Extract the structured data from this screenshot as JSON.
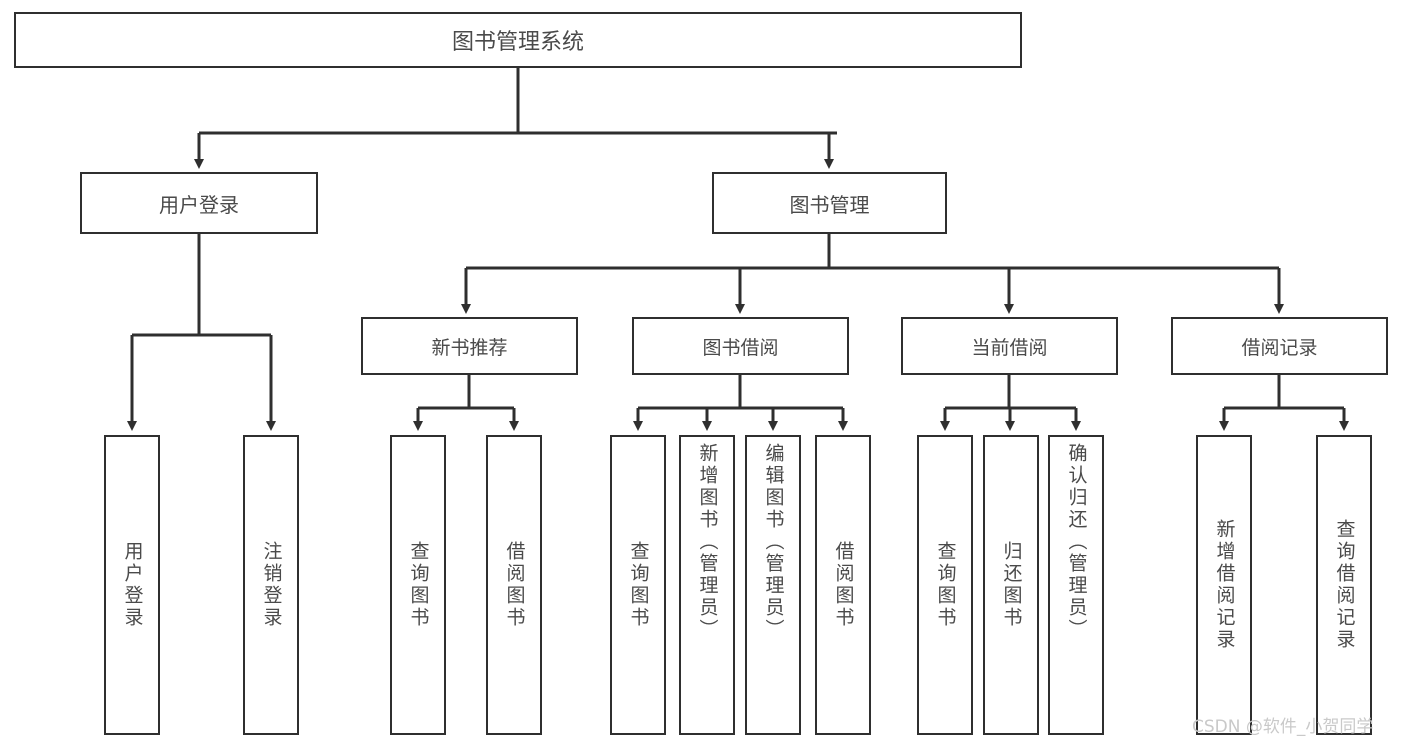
{
  "diagram": {
    "type": "tree-hierarchy-diagram",
    "title": "图书管理系统",
    "colors": {
      "border": "#2f2f2f",
      "text": "#4a4a4a",
      "background": "#ffffff",
      "watermark": "#c9c9c9"
    },
    "root": {
      "label": "图书管理系统"
    },
    "level2": [
      {
        "label": "用户登录"
      },
      {
        "label": "图书管理"
      }
    ],
    "level3": [
      {
        "label": "新书推荐"
      },
      {
        "label": "图书借阅"
      },
      {
        "label": "当前借阅"
      },
      {
        "label": "借阅记录"
      }
    ],
    "leaves": {
      "user_login": [
        {
          "label": "用户登录"
        },
        {
          "label": "注销登录"
        }
      ],
      "new_book_recommend": [
        {
          "label": "查询图书"
        },
        {
          "label": "借阅图书"
        }
      ],
      "book_borrow": [
        {
          "label": "查询图书"
        },
        {
          "label": "新增图书（管理员）"
        },
        {
          "label": "编辑图书（管理员）"
        },
        {
          "label": "借阅图书"
        }
      ],
      "current_borrow": [
        {
          "label": "查询图书"
        },
        {
          "label": "归还图书"
        },
        {
          "label": "确认归还（管理员）"
        }
      ],
      "borrow_record": [
        {
          "label": "新增借阅记录"
        },
        {
          "label": "查询借阅记录"
        }
      ]
    }
  },
  "watermark": {
    "text": "CSDN @软件_小贺同学"
  }
}
